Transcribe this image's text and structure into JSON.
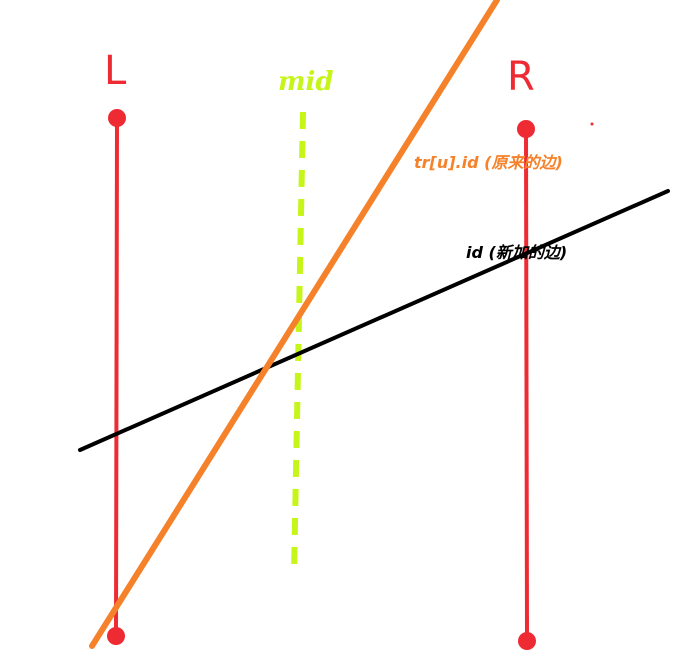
{
  "labels": {
    "left": "L",
    "right": "R",
    "mid": "mid",
    "orange_edge": "tr[u].id (原来的边)",
    "black_edge": "id (新加的边)"
  },
  "colors": {
    "boundary": "#ee2b33",
    "mid_line": "#c6f51a",
    "orange_edge": "#f5822a",
    "black_edge": "#000000",
    "background": "#ffffff"
  }
}
